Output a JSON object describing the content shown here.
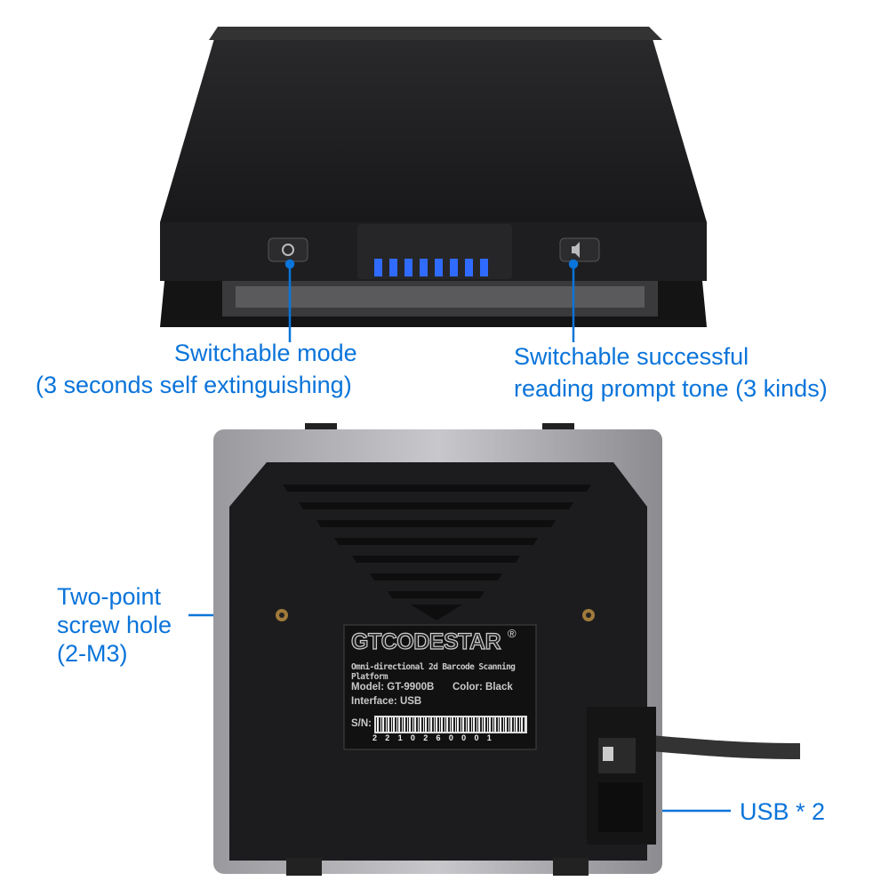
{
  "callouts": {
    "mode": {
      "line1": "Switchable mode",
      "line2": "(3 seconds self extinguishing)"
    },
    "tone": {
      "line1": "Switchable successful",
      "line2": "reading prompt tone (3 kinds)"
    },
    "screw": {
      "line1": "Two-point",
      "line2": "screw hole",
      "line3": "(2-M3)"
    },
    "usb": {
      "line1": "USB * 2"
    }
  },
  "product_label": {
    "brand": "GTCODESTAR",
    "registered": "®",
    "subtitle": "Omni-directional 2d Barcode Scanning Platform",
    "model": "Model: GT-9900B",
    "color": "Color: Black",
    "interface": "Interface: USB",
    "sn_label": "S/N:",
    "serial": "2210260001"
  },
  "colors": {
    "accent": "#0a74da",
    "body": "#1c1c1e",
    "led": "#2f6bff"
  }
}
